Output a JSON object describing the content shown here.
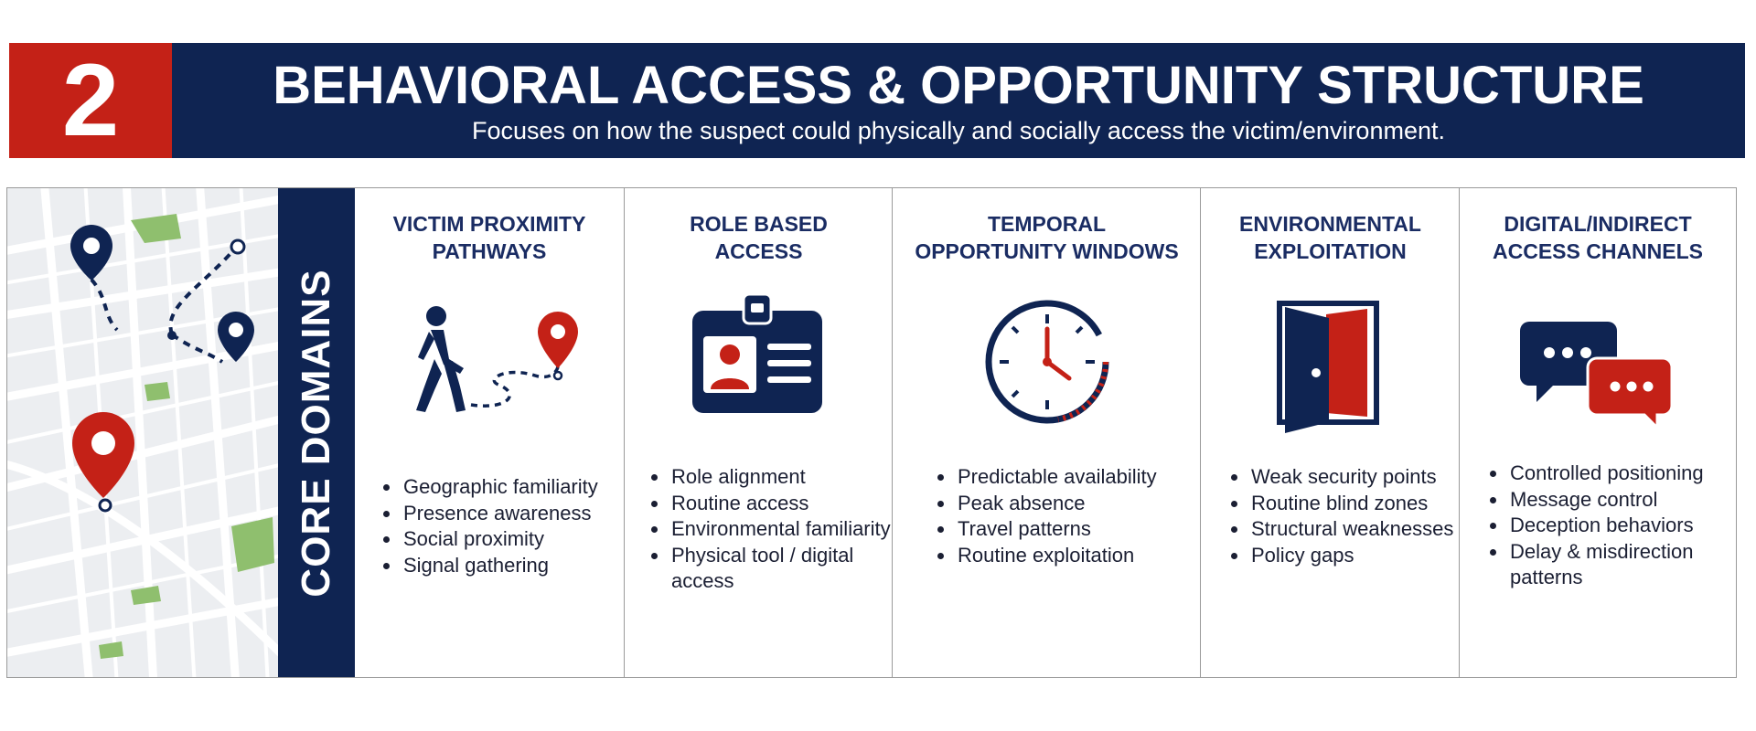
{
  "header": {
    "number": "2",
    "title": "BEHAVIORAL ACCESS & OPPORTUNITY STRUCTURE",
    "subtitle": "Focuses on how the suspect could physically and socially access the victim/environment.",
    "accent_color": "#c42117",
    "navy_color": "#0f2452"
  },
  "sidebar": {
    "label": "CORE DOMAINS",
    "map_icons": [
      "map-pin-icon",
      "dotted-route-icon"
    ]
  },
  "domains": [
    {
      "title_line1": "VICTIM PROXIMITY",
      "title_line2": "PATHWAYS",
      "icon": "walking-person-to-pin-icon",
      "items": [
        "Geographic familiarity",
        "Presence awareness",
        "Social proximity",
        "Signal gathering"
      ]
    },
    {
      "title_line1": "ROLE BASED",
      "title_line2": "ACCESS",
      "icon": "id-badge-icon",
      "items": [
        "Role alignment",
        "Routine access",
        "Environmental familiarity",
        "Physical tool / digital access"
      ]
    },
    {
      "title_line1": "TEMPORAL",
      "title_line2": "OPPORTUNITY WINDOWS",
      "icon": "clock-icon",
      "items": [
        "Predictable availability",
        "Peak absence",
        "Travel patterns",
        "Routine exploitation"
      ]
    },
    {
      "title_line1": "ENVIRONMENTAL",
      "title_line2": "EXPLOITATION",
      "icon": "open-door-icon",
      "items": [
        "Weak security points",
        "Routine blind zones",
        "Structural weaknesses",
        "Policy gaps"
      ]
    },
    {
      "title_line1": "DIGITAL/INDIRECT",
      "title_line2": "ACCESS CHANNELS",
      "icon": "chat-bubbles-icon",
      "items": [
        "Controlled positioning",
        "Message control",
        "Deception behaviors",
        "Delay & misdirection patterns"
      ]
    }
  ]
}
